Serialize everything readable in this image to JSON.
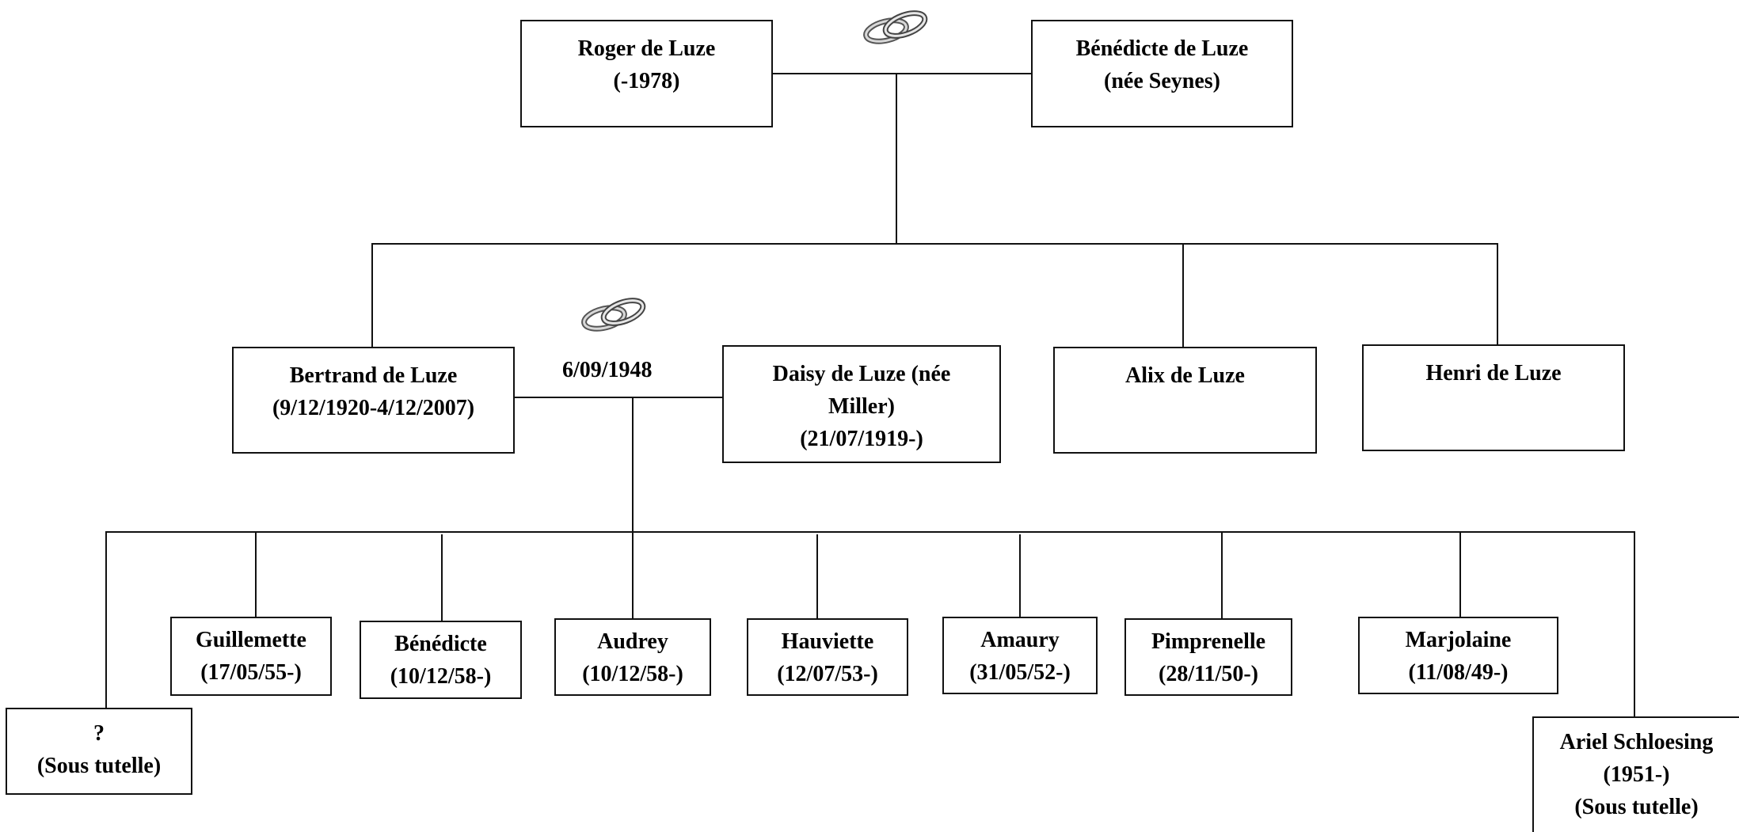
{
  "colors": {
    "line": "#111111",
    "box_border": "#111111",
    "text": "#000000",
    "ring_metal": "#8a8a8a"
  },
  "icons": {
    "marriage": "wedding-rings-icon"
  },
  "generation1": {
    "father": {
      "name": "Roger de Luze",
      "dates": "(-1978)"
    },
    "mother": {
      "name": "Bénédicte de Luze",
      "dates": "(née Seynes)"
    }
  },
  "generation2": {
    "bertrand": {
      "name": "Bertrand de Luze",
      "dates": "(9/12/1920-4/12/2007)"
    },
    "marriage_date": "6/09/1948",
    "daisy": {
      "name": "Daisy de Luze (née",
      "name2": "Miller)",
      "dates": "(21/07/1919-)"
    },
    "alix": {
      "name": "Alix de Luze"
    },
    "henri": {
      "name": "Henri de Luze"
    }
  },
  "generation3": {
    "unknown": {
      "name": "?",
      "dates": "(Sous tutelle)"
    },
    "guillemette": {
      "name": "Guillemette",
      "dates": "(17/05/55-)"
    },
    "benedicte": {
      "name": "Bénédicte",
      "dates": "(10/12/58-)"
    },
    "audrey": {
      "name": "Audrey",
      "dates": "(10/12/58-)"
    },
    "hauviette": {
      "name": "Hauviette",
      "dates": "(12/07/53-)"
    },
    "amaury": {
      "name": "Amaury",
      "dates": "(31/05/52-)"
    },
    "pimprenelle": {
      "name": "Pimprenelle",
      "dates": "(28/11/50-)"
    },
    "marjolaine": {
      "name": "Marjolaine",
      "dates": "(11/08/49-)"
    },
    "ariel": {
      "name": "Ariel Schloesing",
      "dates": "(1951-)",
      "extra": "(Sous tutelle)"
    }
  }
}
